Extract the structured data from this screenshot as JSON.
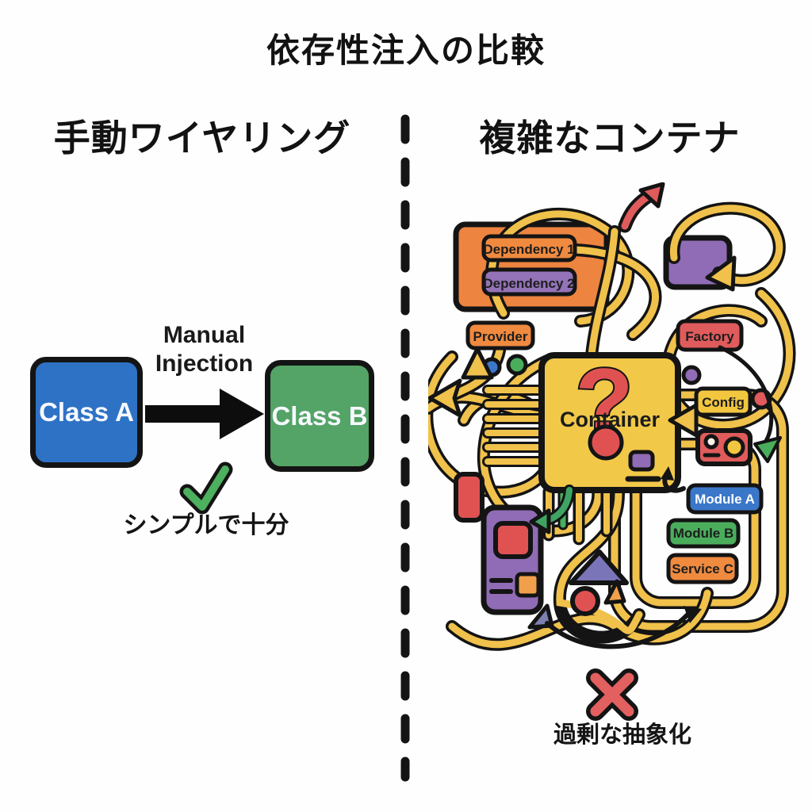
{
  "title": "依存性注入の比較",
  "left_panel": {
    "heading": "手動ワイヤリング",
    "class_a_label": "Class A",
    "class_b_label": "Class B",
    "arrow_label_line1": "Manual",
    "arrow_label_line2": "Injection",
    "check_icon": "green-checkmark",
    "caption": "シンプルで十分"
  },
  "right_panel": {
    "heading": "複雑なコンテナ",
    "container_label": "Container",
    "question_mark": "?",
    "nodes": {
      "dependency1": "Dependency 1",
      "dependency2": "Dependency 2",
      "provider": "Provider",
      "factory": "Factory",
      "config": "Config",
      "module_a": "Module A",
      "module_b": "Module B",
      "service_c": "Service C"
    },
    "cross_icon": "red-cross",
    "caption": "過剰な抽象化"
  },
  "colors": {
    "class_a_blue": "#2e72c5",
    "class_b_green": "#53a466",
    "wire_yellow": "#f0c14b",
    "container_yellow": "#f2c849",
    "orange": "#ef8a3f",
    "purple": "#8f6cb5",
    "red": "#e05b5b",
    "module_blue": "#3b77c9",
    "module_green": "#4aad5c",
    "check_green": "#4cb05e",
    "outline_black": "#141414"
  }
}
